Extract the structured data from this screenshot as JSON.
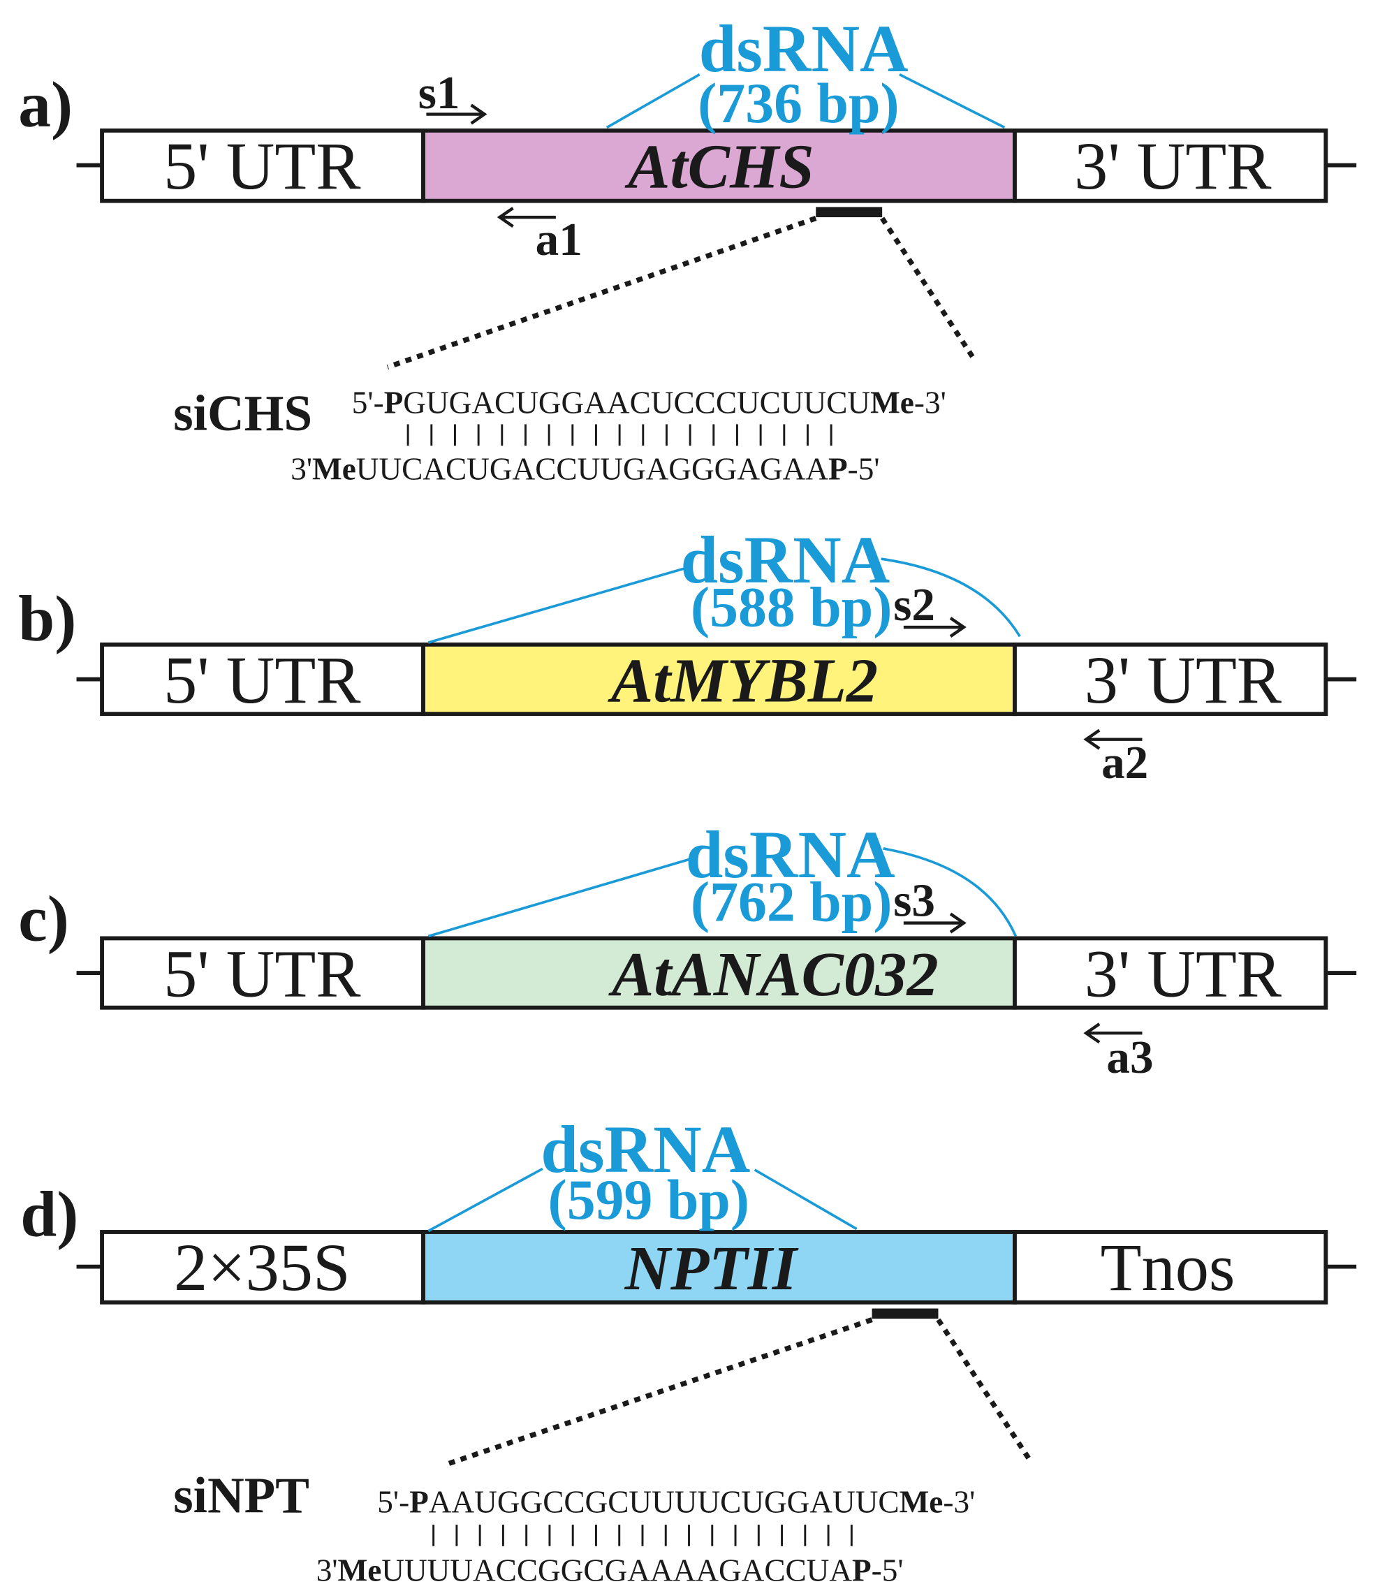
{
  "colors": {
    "dsrna_label": "#1a9bd7",
    "chs": "#dba7d3",
    "mybl2": "#fff37c",
    "anac032": "#d3ead5",
    "nptii": "#8ed6f4",
    "utr": "#ffffff"
  },
  "panels": {
    "a": {
      "label": "a)",
      "left": "5' UTR",
      "gene": "AtCHS",
      "right": "3' UTR",
      "dsrna": "dsRNA",
      "length": "(736 bp)",
      "sense_primer": "s1",
      "antisense_primer": "a1"
    },
    "b": {
      "label": "b)",
      "left": "5' UTR",
      "gene": "AtMYBL2",
      "right": "3' UTR",
      "dsrna": "dsRNA",
      "length": "(588 bp)",
      "sense_primer": "s2",
      "antisense_primer": "a2"
    },
    "c": {
      "label": "c)",
      "left": "5' UTR",
      "gene": "AtANAC032",
      "right": "3' UTR",
      "dsrna": "dsRNA",
      "length": "(762 bp)",
      "sense_primer": "s3",
      "antisense_primer": "a3"
    },
    "d": {
      "label": "d)",
      "left": "2×35S",
      "gene": "NPTII",
      "right": "Tnos",
      "dsrna": "dsRNA",
      "length": "(599 bp)"
    }
  },
  "sirna": {
    "chs": {
      "name": "siCHS",
      "sense": {
        "prefix": "5'-",
        "p": "P",
        "body": "GUGACUGGAACUCCCUCUUCU",
        "me": "Me",
        "suffix": "-3'"
      },
      "antisense": {
        "prefix": "3'",
        "me": "Me",
        "body": "UUCACUGACCUUGAGGGAGAA",
        "p": "P",
        "suffix": "-5'"
      },
      "paired_bases": 19
    },
    "npt": {
      "name": "siNPT",
      "sense": {
        "prefix": "5'-",
        "p": "P",
        "body": "AAUGGCCGCUUUUCUGGAUUC",
        "me": "Me",
        "suffix": "-3'"
      },
      "antisense": {
        "prefix": "3'",
        "me": "Me",
        "body": "UUUUACCGGCGAAAAGACCUA",
        "p": "P",
        "suffix": "-5'"
      },
      "paired_bases": 19
    }
  }
}
